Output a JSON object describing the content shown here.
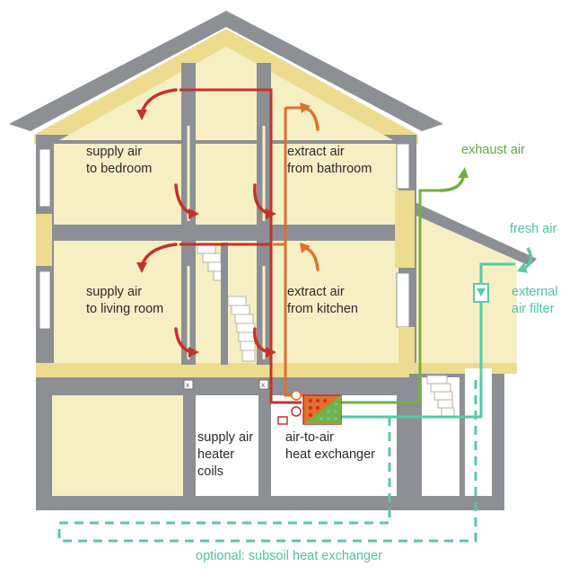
{
  "colors": {
    "wall": "#8c8f94",
    "wall_dark": "#6f7378",
    "interior": "#f7efc4",
    "insulation": "#eddc8e",
    "extract": "#e0702a",
    "supply": "#c8302a",
    "exhaust": "#76b041",
    "fresh": "#58caa5",
    "text": "#2a2a2a"
  },
  "labels": {
    "supply_bedroom": [
      "supply air",
      "to bedroom"
    ],
    "extract_bathroom": [
      "extract air",
      "from bathroom"
    ],
    "supply_living": [
      "supply air",
      "to living room"
    ],
    "extract_kitchen": [
      "extract air",
      "from kitchen"
    ],
    "exhaust_air": "exhaust air",
    "fresh_air": "fresh air",
    "external_filter": [
      "external",
      "air filter"
    ],
    "heater_coils": [
      "supply air",
      "heater",
      "coils"
    ],
    "heat_exchanger": [
      "air-to-air",
      "heat exchanger"
    ],
    "subsoil": "optional: subsoil heat exchanger"
  }
}
